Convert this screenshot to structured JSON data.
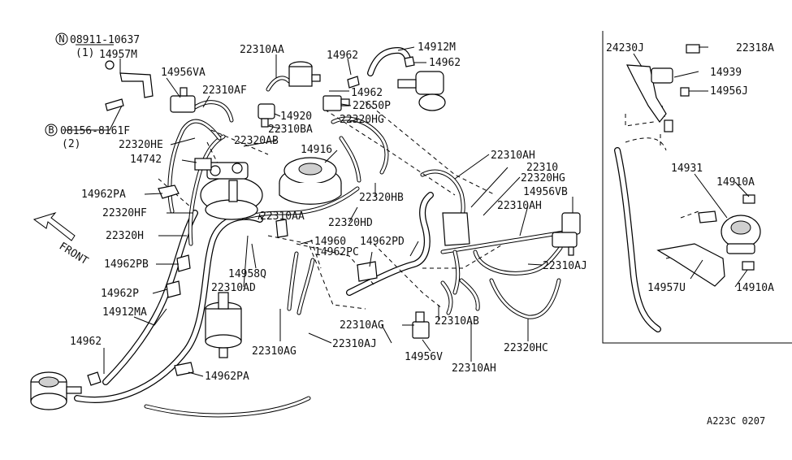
{
  "callouts": {
    "c_n08911": "N",
    "p_08911": "08911-10637",
    "q_08911": "(1)",
    "p_14957M": "14957M",
    "p_14956VA": "14956VA",
    "p_22310AF": "22310AF",
    "c_b08156": "B",
    "p_08156": "08156-8161F",
    "q_08156": "(2)",
    "p_22320HE": "22320HE",
    "p_14742": "14742",
    "p_14962PA_top": "14962PA",
    "p_22320HF": "22320HF",
    "p_22320H": "22320H",
    "p_14962PB": "14962PB",
    "p_14962P": "14962P",
    "p_14912MA": "14912MA",
    "p_14962_low": "14962",
    "p_14962PA_bot": "14962PA",
    "p_22310AA_top": "22310AA",
    "p_14920": "14920",
    "p_22310BA": "22310BA",
    "p_22320AB": "22320AB",
    "p_14916": "14916",
    "p_22310AA_mid": "22310AA",
    "p_14958Q": "14958Q",
    "p_22310AD": "22310AD",
    "p_22310AG_left": "22310AG",
    "p_14962_top": "14962",
    "p_14912M": "14912M",
    "p_14962_topr": "14962",
    "p_14962_mid": "14962",
    "p_22650P": "22650P",
    "p_22320HG_top": "22320HG",
    "p_22320HB": "22320HB",
    "p_22320HD": "22320HD",
    "p_14960": "14960",
    "p_14962PD": "14962PD",
    "p_14962PC": "14962PC",
    "p_22310AJ_bot": "22310AJ",
    "p_22310AH_top": "22310AH",
    "p_22310": "22310",
    "p_22320HG_r": "22320HG",
    "p_14956VB": "14956VB",
    "p_22310AH_mid": "22310AH",
    "p_22310AJ_r": "22310AJ",
    "p_22310AG_mid": "22310AG",
    "p_22310AB": "22310AB",
    "p_14956V": "14956V",
    "p_22310AH_bot": "22310AH",
    "p_22320HC": "22320HC",
    "p_24230J": "24230J",
    "p_22318A": "22318A",
    "p_14939": "14939",
    "p_14956J": "14956J",
    "p_14931": "14931",
    "p_14910A_top": "14910A",
    "p_14957U": "14957U",
    "p_14910A_bot": "14910A"
  },
  "front_label": "FRONT",
  "diagram_code": "A223C 0207"
}
